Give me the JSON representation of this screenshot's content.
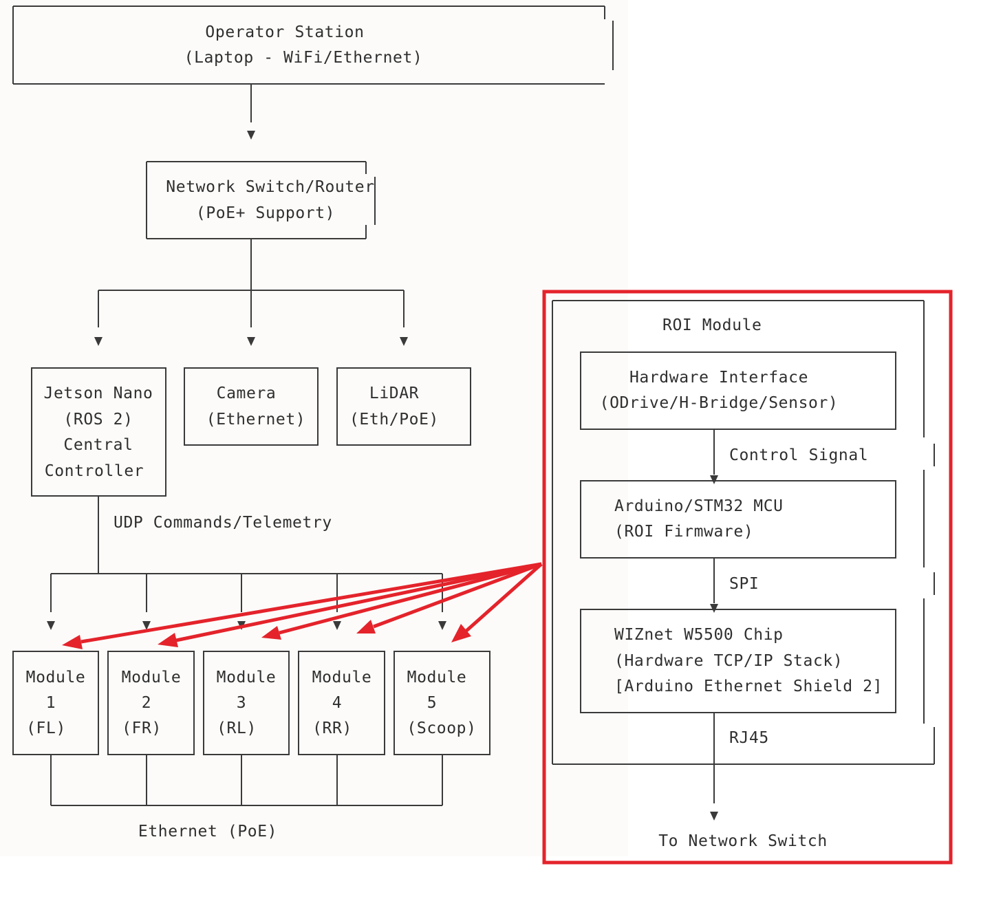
{
  "operator": {
    "line1": "Operator Station",
    "line2": "(Laptop - WiFi/Ethernet)"
  },
  "switch": {
    "line1": "Network Switch/Router",
    "line2": "(PoE+ Support)"
  },
  "jetson": {
    "line1": "Jetson Nano",
    "line2": "(ROS 2)",
    "line3": "Central",
    "line4": "Controller"
  },
  "camera": {
    "line1": "Camera",
    "line2": "(Ethernet)"
  },
  "lidar": {
    "line1": "LiDAR",
    "line2": "(Eth/PoE)"
  },
  "udp_label": "UDP Commands/Telemetry",
  "modules": [
    {
      "title": "Module",
      "number": "1",
      "position": "(FL)"
    },
    {
      "title": "Module",
      "number": "2",
      "position": "(FR)"
    },
    {
      "title": "Module",
      "number": "3",
      "position": "(RL)"
    },
    {
      "title": "Module",
      "number": "4",
      "position": "(RR)"
    },
    {
      "title": "Module",
      "number": "5",
      "position": "(Scoop)"
    }
  ],
  "bus_label": "Ethernet (PoE)",
  "roi": {
    "title": "ROI Module",
    "hw": {
      "line1": "Hardware Interface",
      "line2": "(ODrive/H-Bridge/Sensor)"
    },
    "control_label": "Control Signal",
    "mcu": {
      "line1": "Arduino/STM32 MCU",
      "line2": "(ROI Firmware)"
    },
    "spi_label": "SPI",
    "wiznet": {
      "line1": "WIZnet W5500 Chip",
      "line2": "(Hardware TCP/IP Stack)",
      "line3": "[Arduino Ethernet Shield 2]"
    },
    "rj45_label": "RJ45",
    "to_switch": "To Network Switch"
  },
  "colors": {
    "highlight": "#e4232b",
    "line": "#3a3a3a",
    "background": "#fcfbf9"
  }
}
